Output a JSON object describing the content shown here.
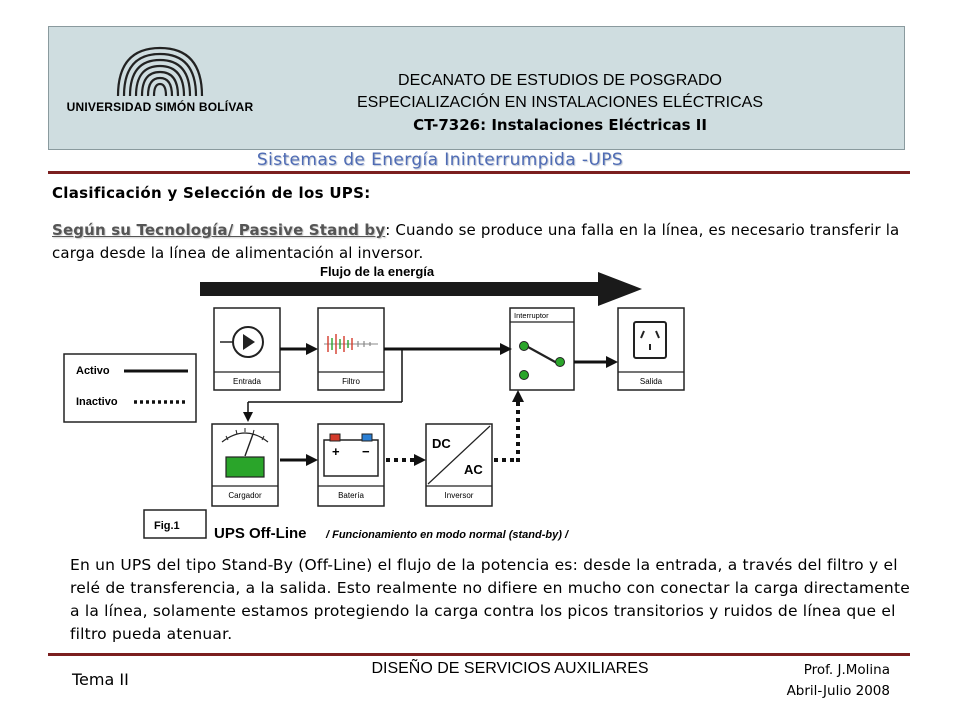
{
  "header": {
    "university": "UNIVERSIDAD SIMÓN BOLÍVAR",
    "line1": "DECANATO DE ESTUDIOS DE POSGRADO",
    "line2": "ESPECIALIZACIÓN EN INSTALACIONES ELÉCTRICAS",
    "line3": "CT-7326: Instalaciones Eléctricas II"
  },
  "subtitle": "Sistemas de Energía Ininterrumpida -UPS",
  "section_heading": "Clasificación y Selección de los UPS:",
  "tech_label": "Según su Tecnología/ Passive Stand by",
  "tech_text": ": Cuando se produce una falla en la línea, es necesario transferir la carga desde la línea de alimentación al inversor.",
  "diagram": {
    "flow_label": "Flujo de la energía",
    "legend_active": "Activo",
    "legend_inactive": "Inactivo",
    "box_entrada": "Entrada",
    "box_filtro": "Filtro",
    "box_interruptor": "Interruptor",
    "box_salida": "Salida",
    "box_cargador": "Cargador",
    "box_bateria": "Batería",
    "box_inversor": "Inversor",
    "dc_label": "DC",
    "ac_label": "AC",
    "plus_sign": "+",
    "minus_sign": "−",
    "fig_label": "Fig.1",
    "caption_main": "UPS Off-Line",
    "caption_sub": "/ Funcionamiento en modo normal (stand-by) /"
  },
  "body_paragraph": "En un UPS del tipo Stand-By (Off-Line) el flujo de la potencia es: desde la entrada, a través del filtro y el relé de transferencia, a la salida. Esto realmente no difiere en mucho con conectar la carga directamente a la línea, solamente estamos protegiendo la carga contra los picos transitorios y ruidos de línea que el filtro pueda atenuar.",
  "footer": {
    "tema": "Tema II",
    "course": "DISEÑO DE SERVICIOS AUXILIARES",
    "professor": "Prof. J.Molina",
    "period": "Abril-Julio  2008"
  },
  "colors": {
    "header_bg": "#cfdde0",
    "rule": "#7b1f1f",
    "subtitle": "#4f6bb4",
    "battery_plus": "#d43a2b",
    "battery_minus": "#2b7fd4",
    "charger_fill": "#2aa52a",
    "switch_dot": "#2aa52a"
  },
  "icons": {
    "logo": "university-arches-logo",
    "entrada": "ac-source-icon",
    "filtro": "filter-wave-icon",
    "salida": "outlet-icon"
  }
}
